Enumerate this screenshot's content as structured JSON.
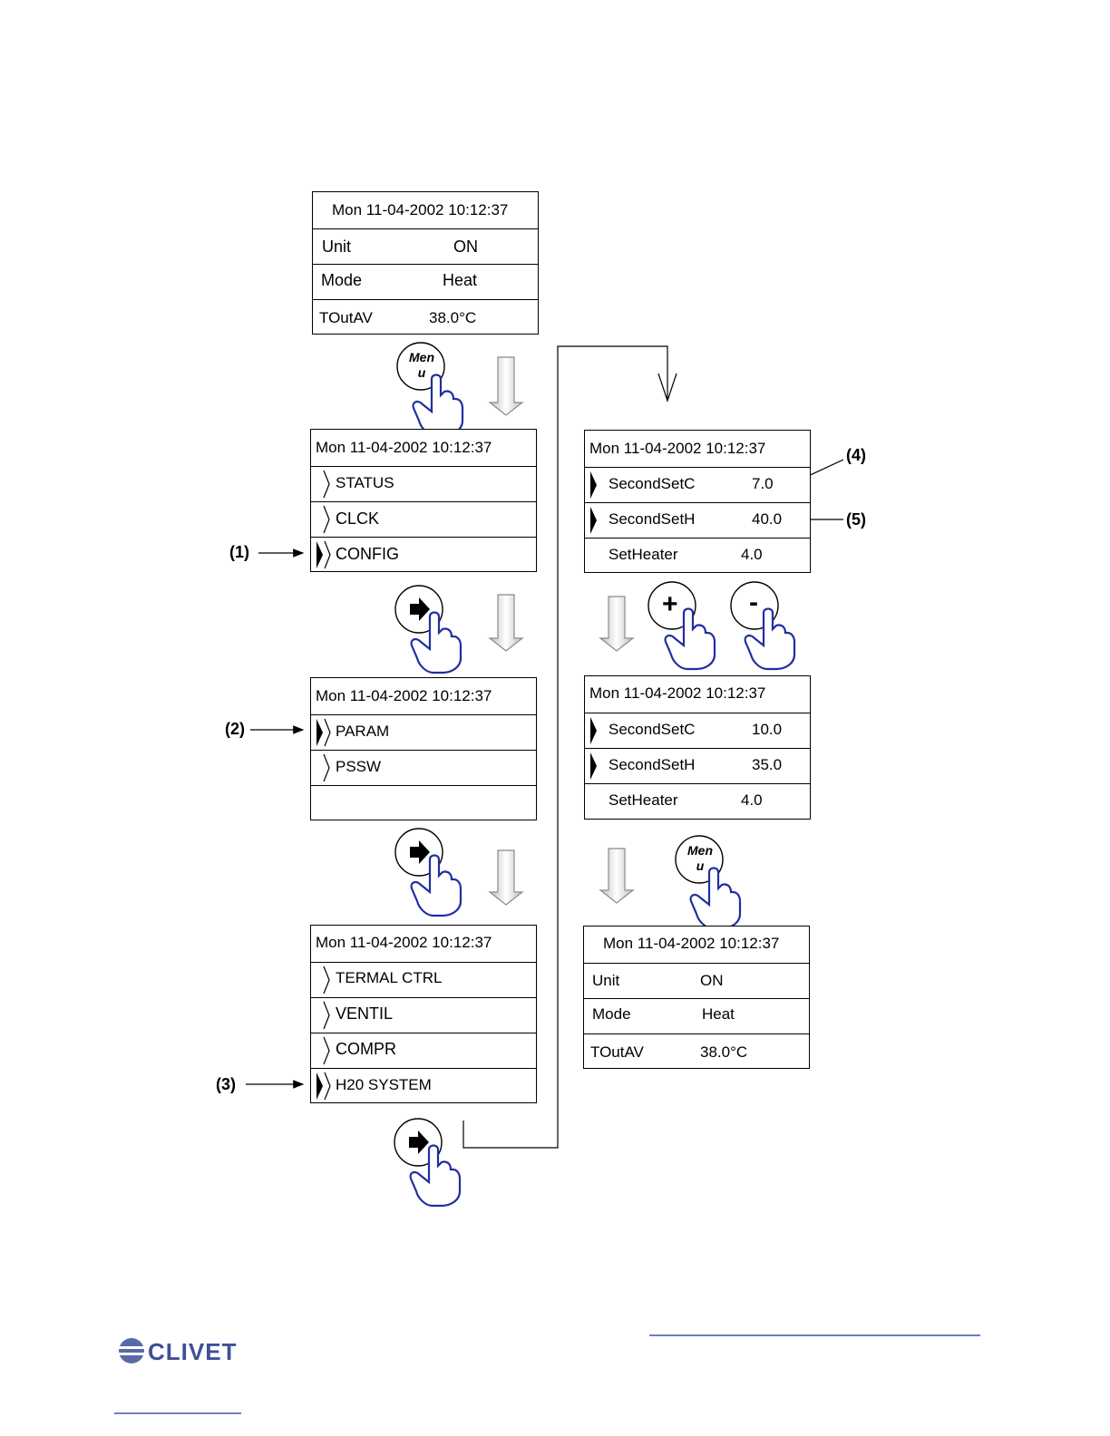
{
  "header": "Mon  11-04-2002   10:12:37",
  "status_screen": {
    "unit_label": "Unit",
    "unit_value": "ON",
    "mode_label": "Mode",
    "mode_value": "Heat",
    "tout_label": "TOutAV",
    "tout_value": "38.0°C"
  },
  "menu_main": [
    "STATUS",
    "CLCK",
    "CONFIG"
  ],
  "menu_config": [
    "PARAM",
    "PSSW"
  ],
  "menu_param": [
    "TERMAL CTRL",
    "VENTIL",
    "COMPR",
    "H20 SYSTEM"
  ],
  "setpoints_before": [
    {
      "label": "SecondSetC",
      "value": "7.0"
    },
    {
      "label": "SecondSetH",
      "value": "40.0"
    },
    {
      "label": "SetHeater",
      "value": "4.0"
    }
  ],
  "setpoints_after": [
    {
      "label": "SecondSetC",
      "value": "10.0"
    },
    {
      "label": "SecondSetH",
      "value": "35.0"
    },
    {
      "label": "SetHeater",
      "value": "4.0"
    }
  ],
  "callouts": [
    "(1)",
    "(2)",
    "(3)",
    "(4)",
    "(5)"
  ],
  "buttons": {
    "menu": "Menu",
    "plus": "+",
    "minus": "-"
  },
  "logo": "CLIVET"
}
